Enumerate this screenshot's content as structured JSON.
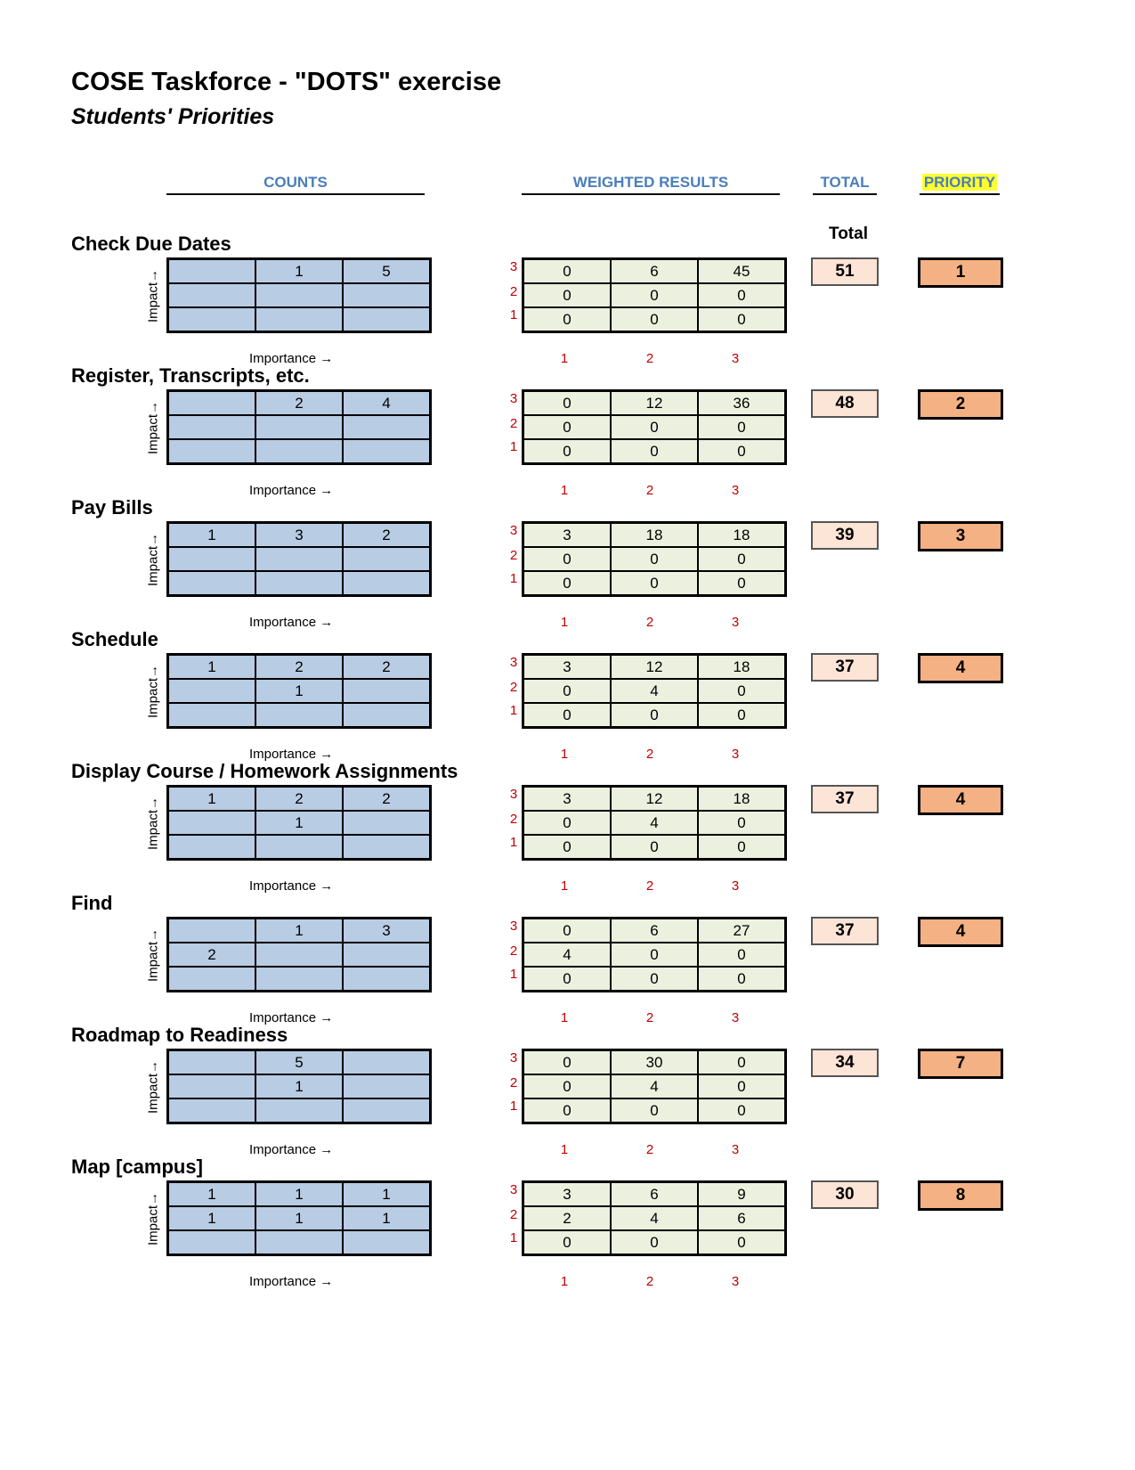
{
  "title": "COSE Taskforce - \"DOTS\"  exercise",
  "subtitle": "Students' Priorities",
  "headers": {
    "counts": "COUNTS",
    "weighted": "WEIGHTED RESULTS",
    "total": "TOTAL",
    "priority": "PRIORITY"
  },
  "total_label": "Total",
  "axis": {
    "impact": "Impact→",
    "importance": "Importance →"
  },
  "row_scale": [
    "3",
    "2",
    "1"
  ],
  "col_scale": [
    "1",
    "2",
    "3"
  ],
  "sections": [
    {
      "name": "Check Due Dates",
      "counts": [
        [
          "",
          "1",
          "5"
        ],
        [
          "",
          "",
          ""
        ],
        [
          "",
          "",
          ""
        ]
      ],
      "weighted": [
        [
          "0",
          "6",
          "45"
        ],
        [
          "0",
          "0",
          "0"
        ],
        [
          "0",
          "0",
          "0"
        ]
      ],
      "total": "51",
      "priority": "1"
    },
    {
      "name": "Register, Transcripts, etc.",
      "counts": [
        [
          "",
          "2",
          "4"
        ],
        [
          "",
          "",
          ""
        ],
        [
          "",
          "",
          ""
        ]
      ],
      "weighted": [
        [
          "0",
          "12",
          "36"
        ],
        [
          "0",
          "0",
          "0"
        ],
        [
          "0",
          "0",
          "0"
        ]
      ],
      "total": "48",
      "priority": "2"
    },
    {
      "name": "Pay Bills",
      "counts": [
        [
          "1",
          "3",
          "2"
        ],
        [
          "",
          "",
          ""
        ],
        [
          "",
          "",
          ""
        ]
      ],
      "weighted": [
        [
          "3",
          "18",
          "18"
        ],
        [
          "0",
          "0",
          "0"
        ],
        [
          "0",
          "0",
          "0"
        ]
      ],
      "total": "39",
      "priority": "3"
    },
    {
      "name": "Schedule",
      "counts": [
        [
          "1",
          "2",
          "2"
        ],
        [
          "",
          "1",
          ""
        ],
        [
          "",
          "",
          ""
        ]
      ],
      "weighted": [
        [
          "3",
          "12",
          "18"
        ],
        [
          "0",
          "4",
          "0"
        ],
        [
          "0",
          "0",
          "0"
        ]
      ],
      "total": "37",
      "priority": "4"
    },
    {
      "name": "Display Course / Homework Assignments",
      "counts": [
        [
          "1",
          "2",
          "2"
        ],
        [
          "",
          "1",
          ""
        ],
        [
          "",
          "",
          ""
        ]
      ],
      "weighted": [
        [
          "3",
          "12",
          "18"
        ],
        [
          "0",
          "4",
          "0"
        ],
        [
          "0",
          "0",
          "0"
        ]
      ],
      "total": "37",
      "priority": "4"
    },
    {
      "name": "Find",
      "counts": [
        [
          "",
          "1",
          "3"
        ],
        [
          "2",
          "",
          ""
        ],
        [
          "",
          "",
          ""
        ]
      ],
      "weighted": [
        [
          "0",
          "6",
          "27"
        ],
        [
          "4",
          "0",
          "0"
        ],
        [
          "0",
          "0",
          "0"
        ]
      ],
      "total": "37",
      "priority": "4"
    },
    {
      "name": "Roadmap to Readiness",
      "counts": [
        [
          "",
          "5",
          ""
        ],
        [
          "",
          "1",
          ""
        ],
        [
          "",
          "",
          ""
        ]
      ],
      "weighted": [
        [
          "0",
          "30",
          "0"
        ],
        [
          "0",
          "4",
          "0"
        ],
        [
          "0",
          "0",
          "0"
        ]
      ],
      "total": "34",
      "priority": "7"
    },
    {
      "name": "Map [campus]",
      "counts": [
        [
          "1",
          "1",
          "1"
        ],
        [
          "1",
          "1",
          "1"
        ],
        [
          "",
          "",
          ""
        ]
      ],
      "weighted": [
        [
          "3",
          "6",
          "9"
        ],
        [
          "2",
          "4",
          "6"
        ],
        [
          "0",
          "0",
          "0"
        ]
      ],
      "total": "30",
      "priority": "8"
    }
  ]
}
